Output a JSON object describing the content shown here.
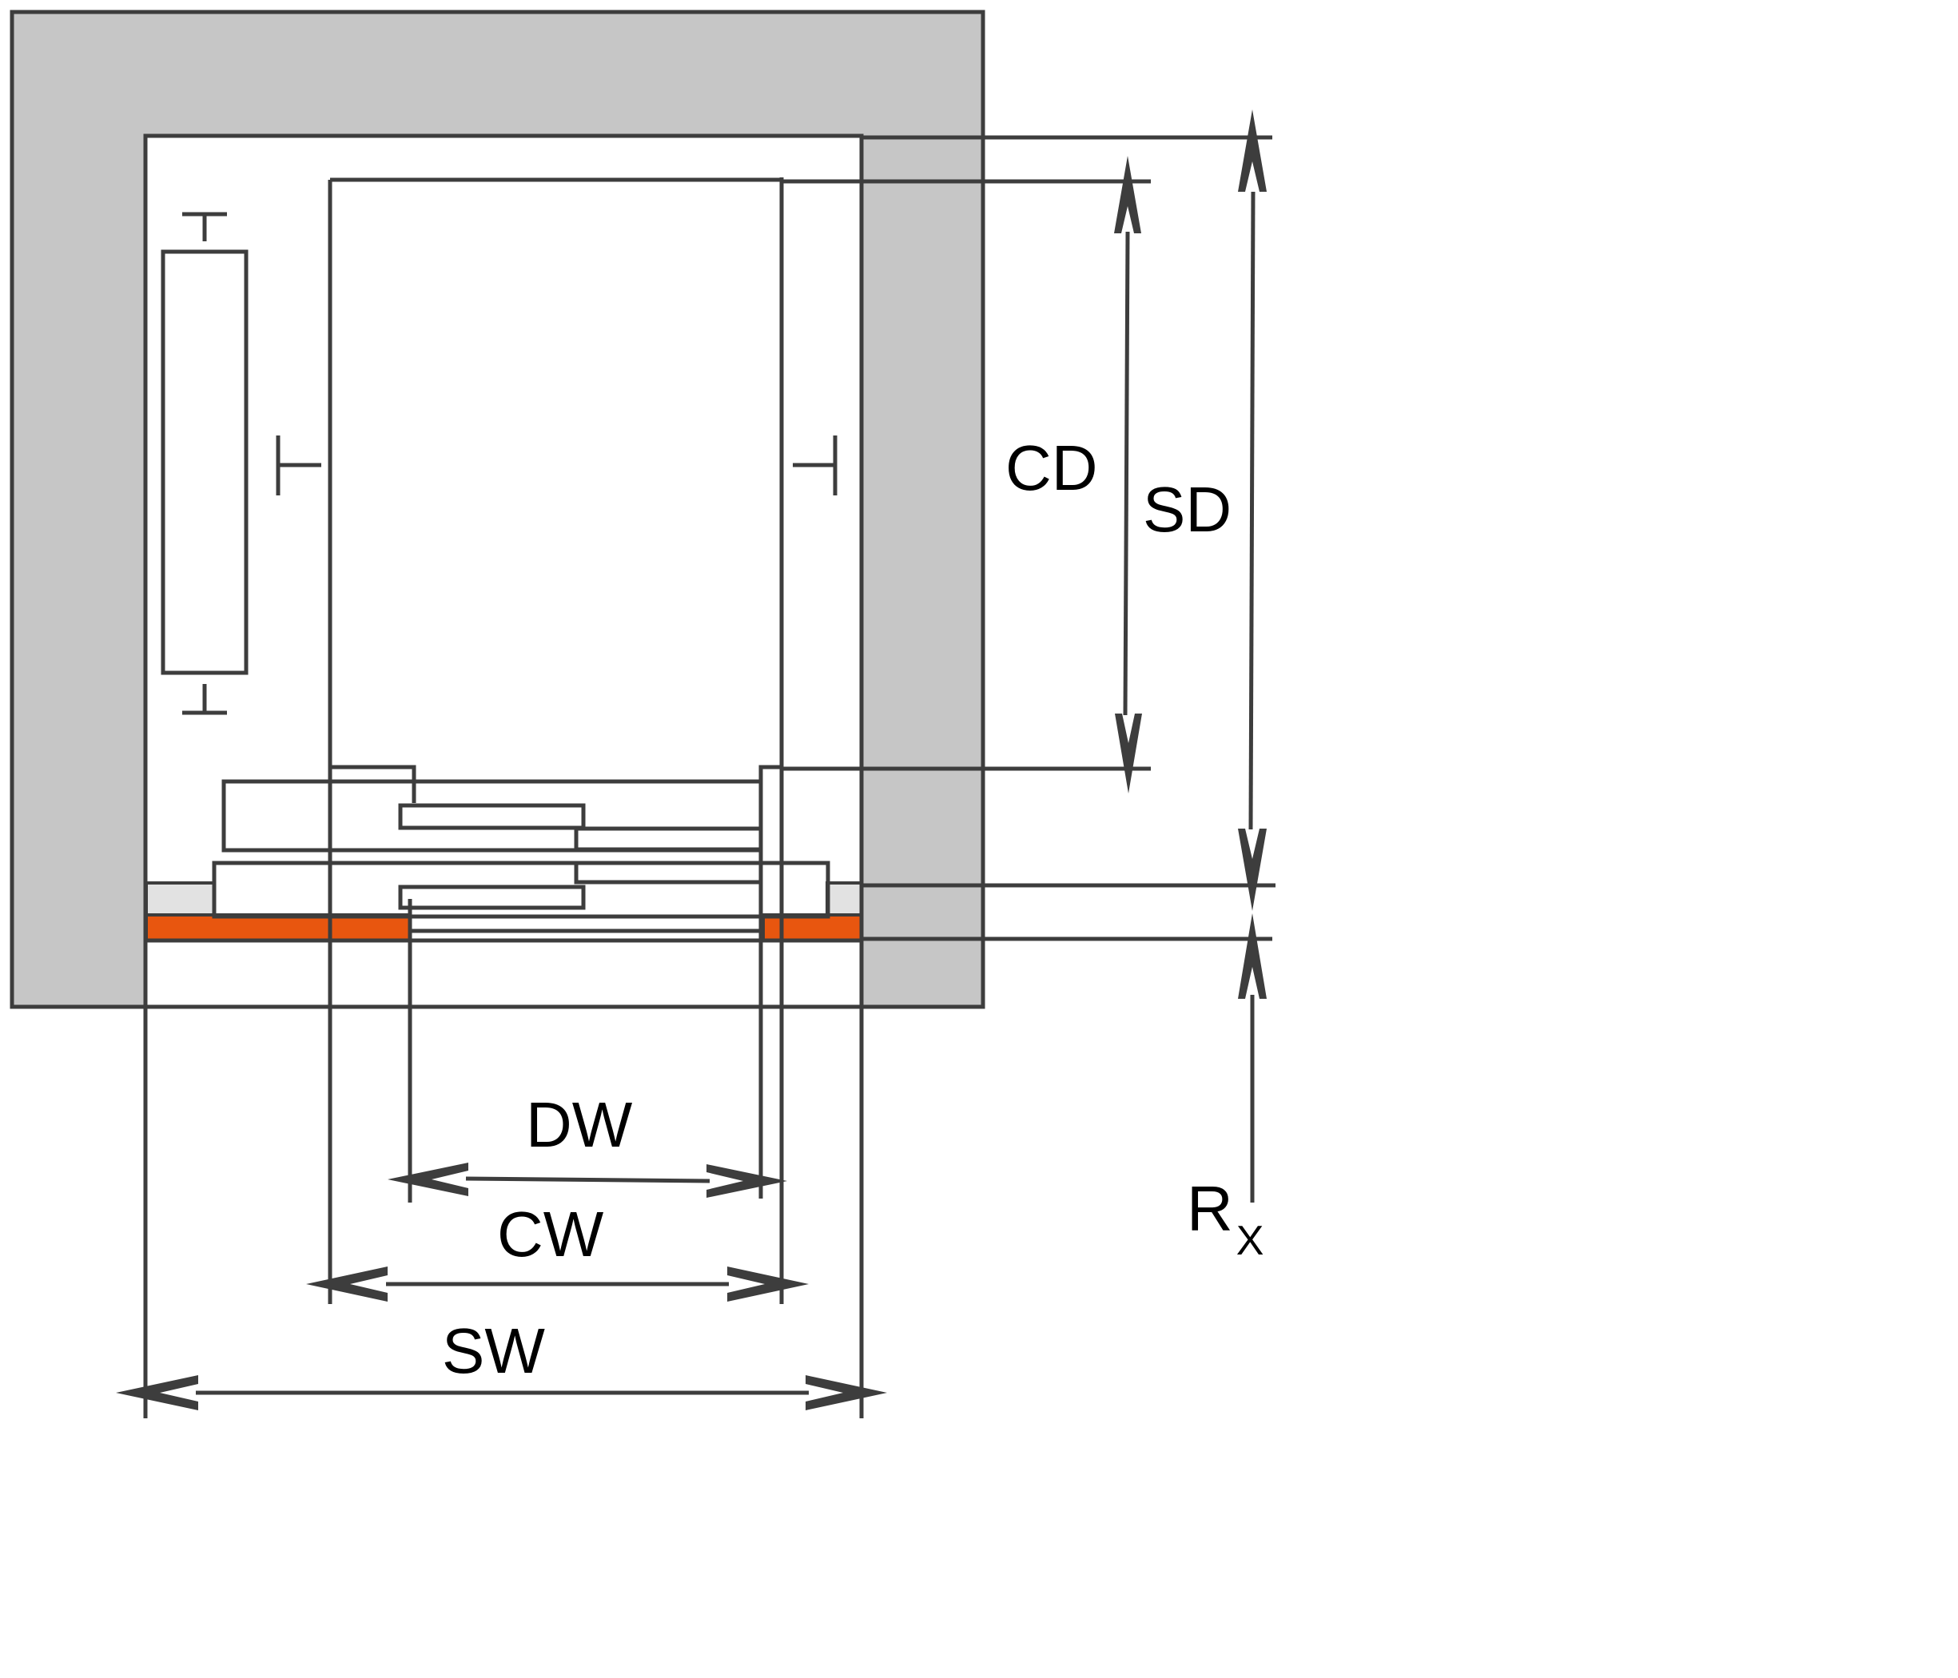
{
  "diagram": {
    "labels": {
      "cd": "CD",
      "sd": "SD",
      "dw": "DW",
      "cw": "CW",
      "sw": "SW",
      "rx_main": "R",
      "rx_sub": "X"
    },
    "colors": {
      "wall": "#c6c6c6",
      "outline": "#3d3d3d",
      "sill": "#e8560f",
      "landing_strip": "#e2e2e2",
      "background": "#ffffff"
    }
  }
}
